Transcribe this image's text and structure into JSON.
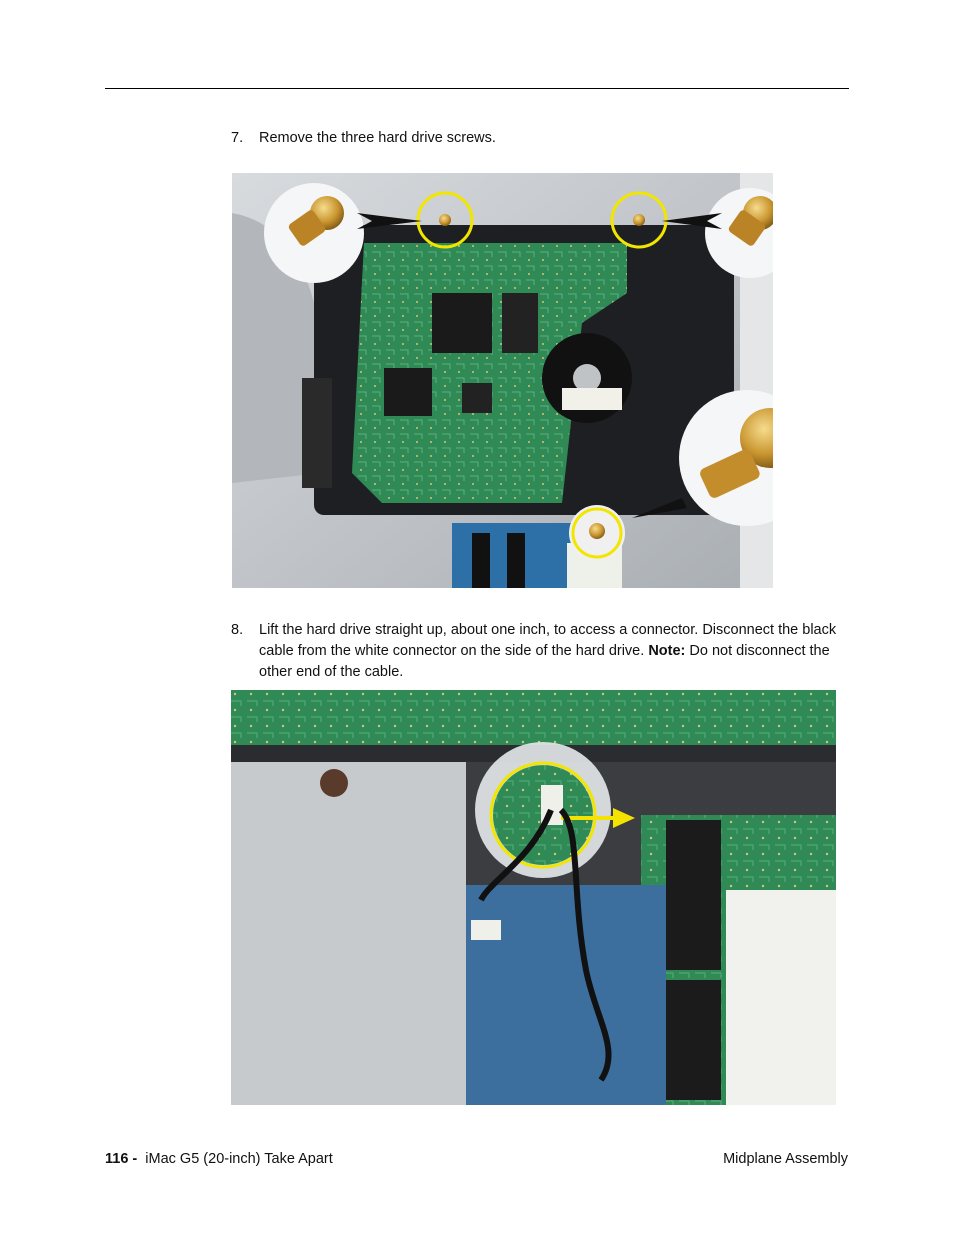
{
  "steps": [
    {
      "number": "7.",
      "text": "Remove the three hard drive screws."
    },
    {
      "number": "8.",
      "text_before_note": "Lift the hard drive straight up, about one inch, to access a connector. Disconnect the black cable from the white connector on the side of the hard drive. ",
      "note_label": "Note:",
      "text_after_note": " Do not disconnect the other end of the cable."
    }
  ],
  "footer": {
    "page_number": "116 -",
    "book_title": "iMac G5 (20-inch)  Take Apart",
    "section": "Midplane Assembly"
  },
  "colors": {
    "callout_ring": "#f2e600",
    "pcb_green": "#2f8a55",
    "arrow": "#f4e300"
  }
}
